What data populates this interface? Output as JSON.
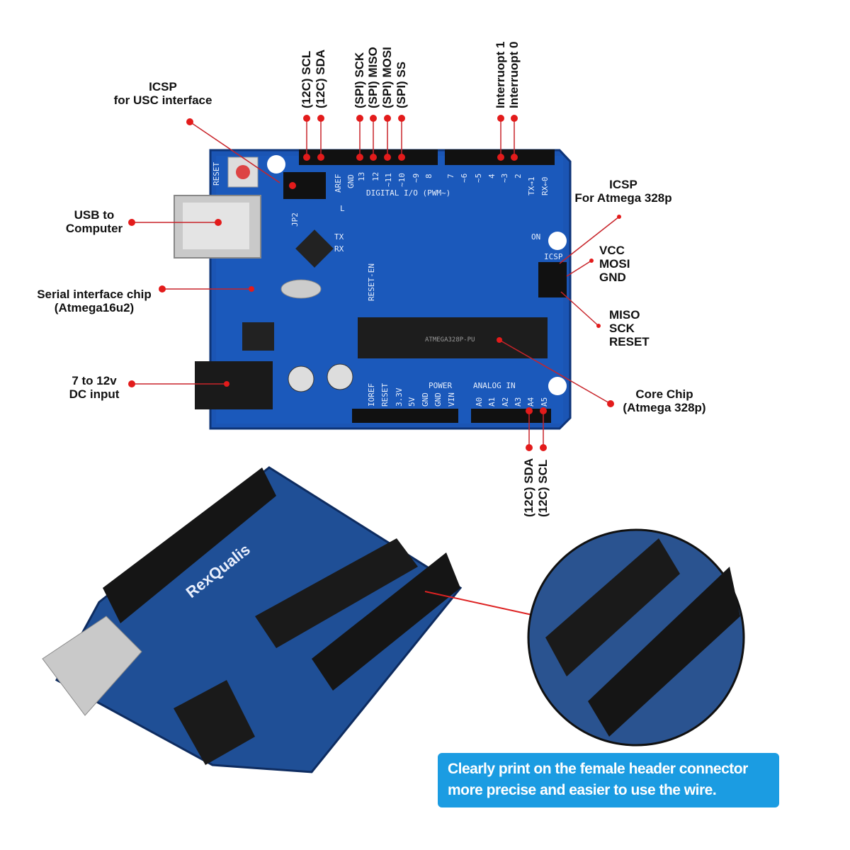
{
  "callouts": {
    "icsp_usb": [
      "ICSP",
      "for USC interface"
    ],
    "usb": [
      "USB to",
      "Computer"
    ],
    "serial_chip": [
      "Serial interface chip",
      "(Atmega16u2)"
    ],
    "dc_input": [
      "7 to 12v",
      "DC input"
    ],
    "icsp_atmega": [
      "ICSP",
      "For Atmega 328p"
    ],
    "icsp_pins_top": [
      "VCC",
      "MOSI",
      "GND"
    ],
    "icsp_pins_bottom": [
      "MISO",
      "SCK",
      "RESET"
    ],
    "core_chip": [
      "Core Chip",
      "(Atmega 328p)"
    ]
  },
  "top_pins": [
    "(12C) SCL",
    "(12C) SDA",
    "(SPI) SCK",
    "(SPI) MISO",
    "(SPI) MOSI",
    "(SPI) SS",
    "Interruopt 1",
    "Interruopt 0"
  ],
  "bottom_pins": [
    "(12C) SDA",
    "(12C) SCL"
  ],
  "board": {
    "digital_label": "DIGITAL I/O (PWM~)",
    "digital_pins": [
      "AREF",
      "GND",
      "13",
      "12",
      "~11",
      "~10",
      "~9",
      "8",
      "7",
      "~6",
      "~5",
      "4",
      "~3",
      "2",
      "TX→1",
      "RX←0"
    ],
    "power_label": "POWER",
    "power_pins": [
      "IOREF",
      "RESET",
      "3.3V",
      "5V",
      "GND",
      "GND",
      "VIN"
    ],
    "analog_label": "ANALOG IN",
    "analog_pins": [
      "A0",
      "A1",
      "A2",
      "A3",
      "A4",
      "A5"
    ],
    "misc": [
      "RESET",
      "ICSP",
      "ON",
      "TX",
      "RX",
      "L",
      "JP2",
      "RESET-EN"
    ],
    "brand": "RexQualis",
    "chip_marking": "ATMEGA328P-PU"
  },
  "banner": {
    "line1": "Clearly print on the female header connector",
    "line2": "more precise and easier to use the wire."
  },
  "colors": {
    "board": "#1a4fa8",
    "accent": "#e31b1b",
    "banner": "#1b9ce2"
  }
}
